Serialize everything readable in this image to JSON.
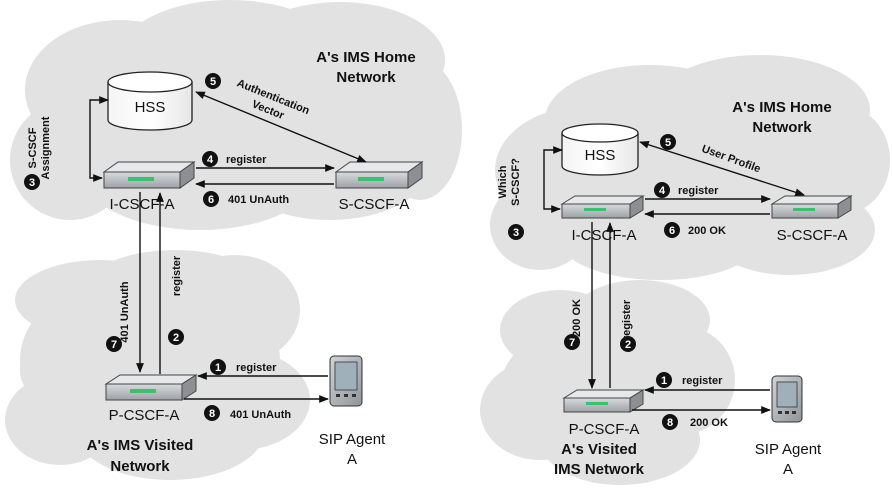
{
  "colors": {
    "cloud": "#e2e2e2",
    "cloud_edge": "#cfcfcf",
    "router": "#b9bcc0",
    "led": "#39c26b",
    "arrow": "#111111",
    "badge": "#111111"
  },
  "left": {
    "home_network": [
      "A's IMS Home",
      "Network"
    ],
    "visited_network": [
      "A's IMS Visited",
      "Network"
    ],
    "hss": "HSS",
    "icscf": "I-CSCF-A",
    "scscf": "S-CSCF-A",
    "pcscf": "P-CSCF-A",
    "agent": [
      "SIP Agent",
      "A"
    ],
    "hss_to_icscf": [
      "S-CSCF",
      "Assignment"
    ],
    "hss_to_scscf": [
      "Authentication",
      "Vector"
    ],
    "steps": {
      "s1": {
        "num": "1",
        "label": "register"
      },
      "s2": {
        "num": "2",
        "label": "register"
      },
      "s3": {
        "num": "3"
      },
      "s4": {
        "num": "4",
        "label": "register"
      },
      "s5": {
        "num": "5"
      },
      "s6": {
        "num": "6",
        "label": "401 UnAuth"
      },
      "s7": {
        "num": "7",
        "label": "401 UnAuth"
      },
      "s8": {
        "num": "8",
        "label": "401 UnAuth"
      }
    }
  },
  "right": {
    "home_network": [
      "A's IMS Home",
      "Network"
    ],
    "visited_network": [
      "A's Visited",
      "IMS Network"
    ],
    "hss": "HSS",
    "icscf": "I-CSCF-A",
    "scscf": "S-CSCF-A",
    "pcscf": "P-CSCF-A",
    "agent": [
      "SIP Agent",
      "A"
    ],
    "hss_to_icscf": [
      "Which",
      "S-CSCF?"
    ],
    "hss_to_scscf": [
      "User Profile"
    ],
    "steps": {
      "s1": {
        "num": "1",
        "label": "register"
      },
      "s2": {
        "num": "2",
        "label": "register"
      },
      "s3": {
        "num": "3"
      },
      "s4": {
        "num": "4",
        "label": "register"
      },
      "s5": {
        "num": "5"
      },
      "s6": {
        "num": "6",
        "label": "200 OK"
      },
      "s7": {
        "num": "7",
        "label": "200 OK"
      },
      "s8": {
        "num": "8",
        "label": "200 OK"
      }
    }
  }
}
